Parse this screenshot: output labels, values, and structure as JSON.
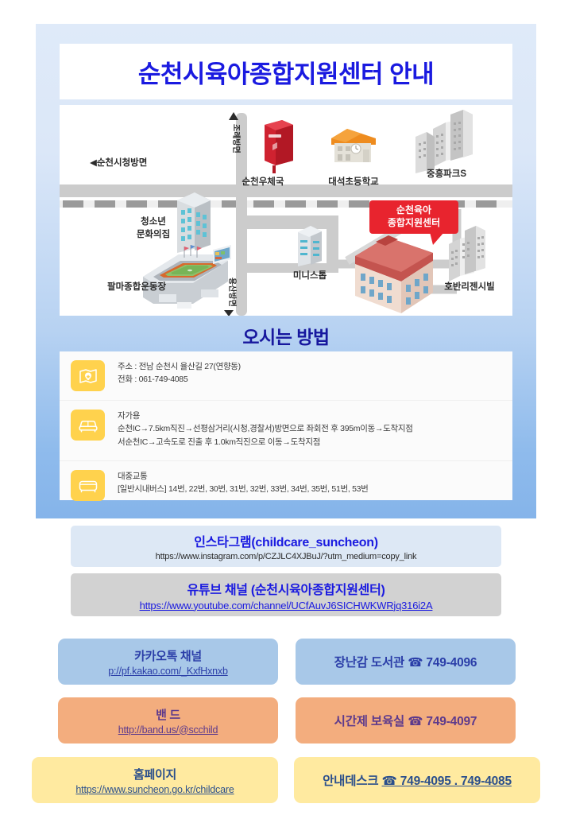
{
  "poster": {
    "title": "순천시육아종합지원센터 안내",
    "title_color": "#1a1ae0",
    "background_top_color": "#dfeaf9",
    "background_bottom_color": "#85b4ea"
  },
  "map": {
    "callout": {
      "line1": "순천육아",
      "line2": "종합지원센터",
      "background_color": "#e8242e",
      "text_color": "#ffffff"
    },
    "direction_labels": {
      "left": "◀순천시청방면",
      "top_vertical": "조례방면",
      "bottom_vertical": "용산방면"
    },
    "landmarks": [
      {
        "name": "순천우체국",
        "icon": "post-box-icon"
      },
      {
        "name": "대석초등학교",
        "icon": "school-building-icon"
      },
      {
        "name": "중흥파크S",
        "icon": "apartment-cluster-icon"
      },
      {
        "name": "청소년\n문화의집",
        "icon": "office-building-icon"
      },
      {
        "name": "팔마종합운동장",
        "icon": "stadium-icon"
      },
      {
        "name": "미니스톱",
        "icon": "small-building-icon"
      },
      {
        "name": "호반리젠시빌",
        "icon": "apartment-cluster-icon"
      }
    ],
    "landmark_labels": {
      "post_office": "순천우체국",
      "elementary_school": "대석초등학교",
      "jungheung_park": "중흥파크S",
      "youth_center_l1": "청소년",
      "youth_center_l2": "문화의집",
      "stadium": "팔마종합운동장",
      "ministop": "미니스톱",
      "hoban": "호반리젠시빌"
    },
    "road_color": "#c9c9c9"
  },
  "ways": {
    "heading": "오시는 방법",
    "rows": [
      {
        "icon": "map-pin-icon",
        "lines": [
          "주소 : 전남 순천시 율산길 27(연향동)",
          "전화 : 061-749-4085"
        ]
      },
      {
        "icon": "car-icon",
        "lines": [
          "자가용",
          "순천IC→7.5km직진→선평삼거리(시청,경찰서)방면으로 좌회전 후 395m이동→도착지점",
          "서순천IC→고속도로 진출 후 1.0km직진으로 이동→도착지점"
        ]
      },
      {
        "icon": "bus-icon",
        "lines": [
          "대중교통",
          "[일반시내버스] 14번, 22번, 30번, 31번, 32번, 33번, 34번, 35번, 51번, 53번"
        ]
      }
    ]
  },
  "links": {
    "instagram": {
      "title": "인스타그램(childcare_suncheon)",
      "url": "https://www.instagram.com/p/CZJLC4XJBuJ/?utm_medium=copy_link",
      "background_color": "#dde8f5"
    },
    "youtube": {
      "title": "유튜브 채널 (순천시육아종합지원센터)",
      "url": "https://www.youtube.com/channel/UCfAuvJ6SICHWKWRjq316i2A",
      "background_color": "#d2d2d2"
    },
    "kakao": {
      "title": "카카오톡 채널",
      "url": "p://pf.kakao.com/_KxfHxnxb",
      "background_color": "#a8c8e8"
    },
    "toy_library": {
      "label": "장난감 도서관 ☎ 749-4096",
      "background_color": "#a8c8e8"
    },
    "band": {
      "title": "밴 드",
      "url": "http://band.us/@scchild",
      "background_color": "#f3ad7e"
    },
    "hourly_care": {
      "label": "시간제 보육실 ☎ 749-4097",
      "background_color": "#f3ad7e"
    },
    "homepage": {
      "title": "홈페이지",
      "url": "https://www.suncheon.go.kr/childcare",
      "background_color": "#ffeaa0"
    },
    "info_desk": {
      "prefix": "안내데스크 ",
      "numbers": "☎ 749-4095 . 749-4085",
      "background_color": "#ffeaa0"
    }
  }
}
